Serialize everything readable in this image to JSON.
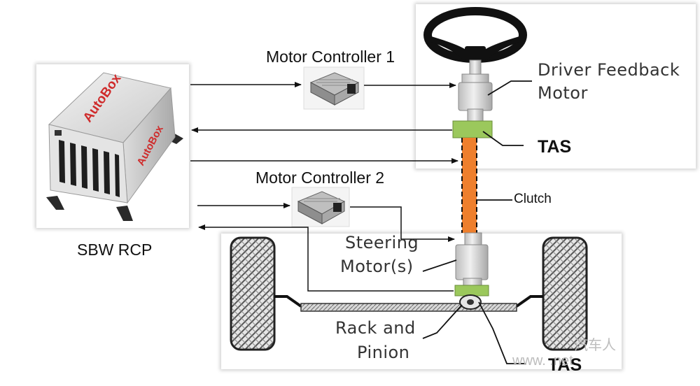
{
  "labels": {
    "motor_controller_1": "Motor Controller 1",
    "motor_controller_2": "Motor Controller 2",
    "driver_feedback_motor_line1": "Driver Feedback",
    "driver_feedback_motor_line2": "Motor",
    "tas_top": "TAS",
    "tas_bottom": "TAS",
    "clutch": "Clutch",
    "steering_motor_line1": "Steering",
    "steering_motor_line2": "Motor(s)",
    "rack_pinion_line1": "Rack and",
    "rack_pinion_line2": "Pinion",
    "sbw_rcp": "SBW RCP"
  },
  "autobox": {
    "brand_top": "AutoBox",
    "brand_side": "AutoBox"
  },
  "watermark": {
    "line1": "汽车人",
    "line2": "www.    .net"
  },
  "colors": {
    "clutch_shaft": "#ee7f2d",
    "tas_sensor": "#9bc85c",
    "motor_body": "#d4d4d4",
    "arrow": "#111111"
  }
}
